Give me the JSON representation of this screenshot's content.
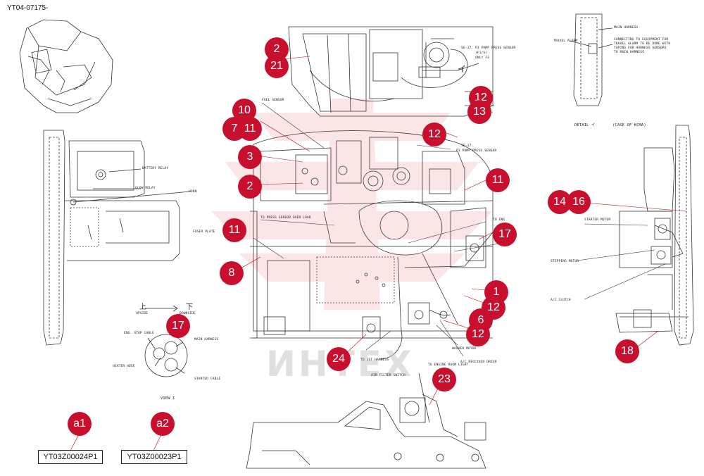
{
  "document": {
    "id": "YT04-07175-"
  },
  "watermark": {
    "text": "ИНТЕХ"
  },
  "part_boxes": [
    {
      "tag": "a1",
      "part_number": "YT03Z00024P1"
    },
    {
      "tag": "a2",
      "part_number": "YT03Z00023P1"
    }
  ],
  "callouts": [
    "2",
    "21",
    "12",
    "13",
    "10",
    "7",
    "11",
    "3",
    "2",
    "12",
    "11",
    "14",
    "16",
    "11",
    "17",
    "8",
    "1",
    "12",
    "6",
    "12",
    "17",
    "24",
    "23",
    "18",
    "a1",
    "a2"
  ],
  "labels": {
    "battery_relay": "BATTERY RELAY",
    "glow_relay": "GLOW RELAY",
    "horn": "HORN",
    "fuel_sensor": "FUEL SENSOR",
    "pump_sensor_top": "SE-17: P3 PUMP PRESS SENSOR",
    "pump_sensor_top_2": "(F1/S)",
    "pump_sensor_top_3": "ONLY F3",
    "pump_sensor_mid": "SE-17:",
    "pump_sensor_mid_2": "P3 PUMP PRESS SENSOR",
    "p3": "P3",
    "to_press_sensor": "TO PRESS SENSOR  OVER LOAD",
    "fuser_plate": "FUSER PLATE",
    "to_eng": "TO ENG",
    "starter_motor": "STARTER MOTOR",
    "stepping_motor": "STEPPING MOTOR",
    "ac_clutch": "A/C CLUTCH",
    "washer_motor": "WASHER MOTOR",
    "to_engine_room_light": "TO ENGINE ROOM LIGHT",
    "ac_receiver_drier": "A/C RECEIVER DRIER",
    "to_1st_harness": "TO 1ST HARNESS",
    "air_filter_switch": "AIR FILTER SWITCH",
    "travel_alarm": "TRAVEL ALARM",
    "main_harness_detail": "MAIN HARNESS",
    "detail_note_1": "CONNECTING TO EQUIPMENT FOR",
    "detail_note_2": "TRAVEL ALARM TO BE DONE WITH",
    "detail_note_3": "TAPING FOR HARNESS SENSORS",
    "detail_note_4": "TO MAIN HARNESS",
    "detail_title": "DETAIL  イ",
    "detail_case": "(CASE OF KCMA)",
    "upside": "UPSIDE",
    "downside": "DOWNSIDE",
    "upside_jp": "上",
    "downside_jp": "下",
    "eng_stop_cable": "ENG. STOP CABLE",
    "main_harness": "MAIN HARNESS",
    "heater_hose": "HEATER HOSE",
    "starter_cable": "STARTER CABLE",
    "view_title": "VIEW  I",
    "i_mark": "イ"
  }
}
